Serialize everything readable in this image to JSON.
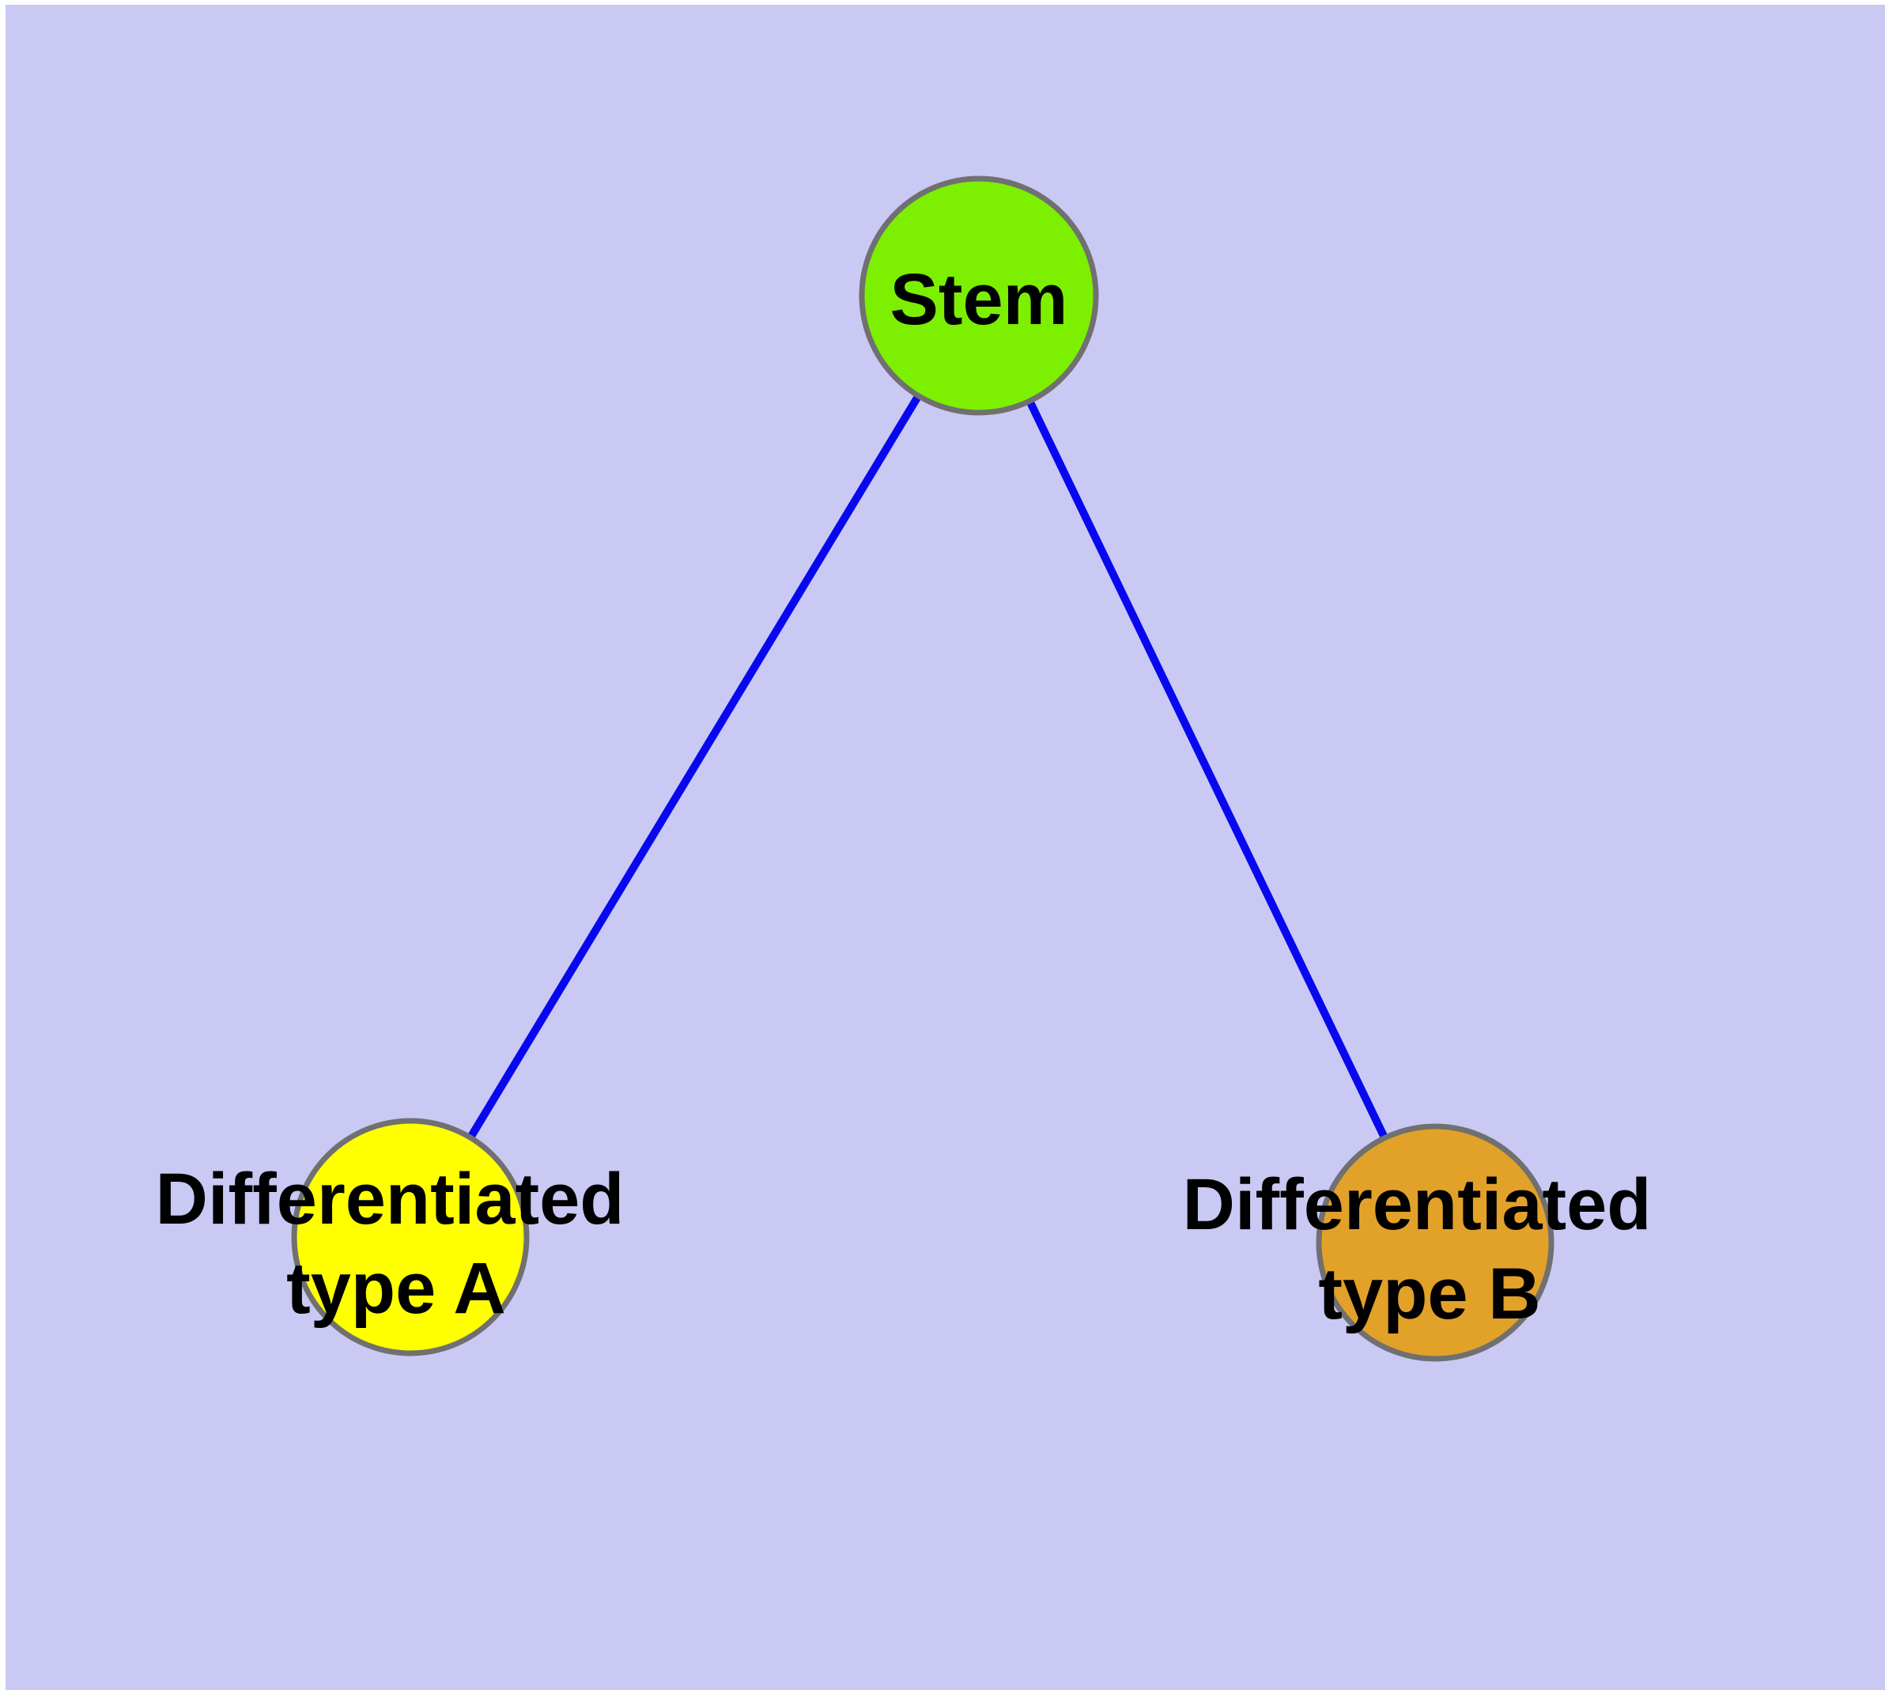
{
  "diagram": {
    "title_semantic": "Stem cell differentiation diagram",
    "background_color": "#c9c9f4",
    "margin_color": "#ffffff",
    "edge_color": "#0808f0",
    "node_border_color": "#707070",
    "label_color": "#000000",
    "nodes": {
      "stem": {
        "label": "Stem",
        "fill": "#7cf000"
      },
      "type_a": {
        "label_line1": "Differentiated",
        "label_line2": "type A",
        "fill": "#ffff00"
      },
      "type_b": {
        "label_line1": "Differentiated",
        "label_line2": "type B",
        "fill": "#e2a129"
      }
    },
    "edges": [
      {
        "from": "stem",
        "to": "type_a"
      },
      {
        "from": "stem",
        "to": "type_b"
      }
    ]
  }
}
